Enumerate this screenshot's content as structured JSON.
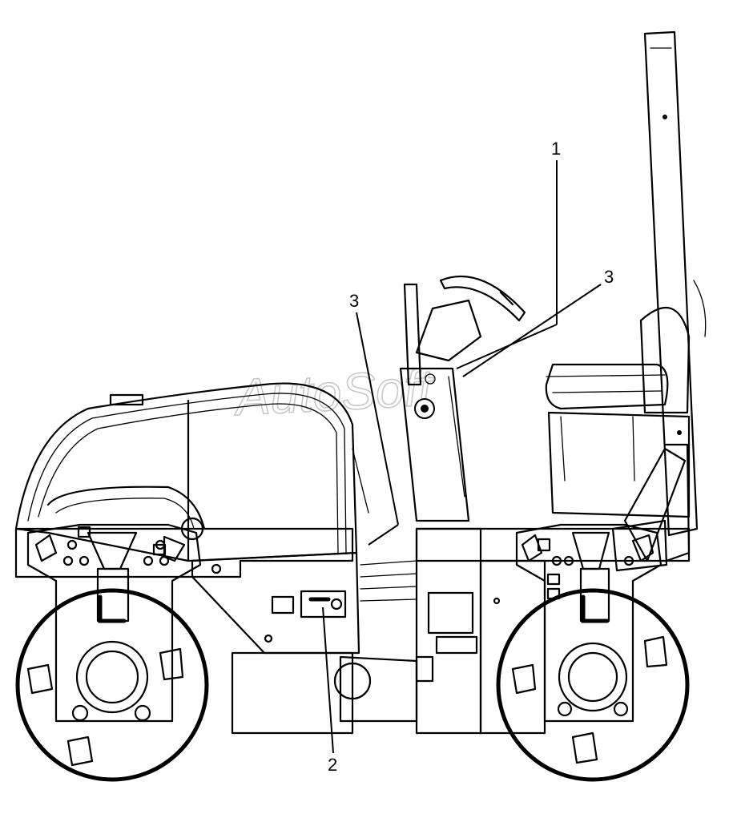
{
  "diagram": {
    "watermark": "AutoSoft",
    "callouts": [
      {
        "id": "callout-1",
        "label": "1"
      },
      {
        "id": "callout-2",
        "label": "2"
      },
      {
        "id": "callout-3-left",
        "label": "3"
      },
      {
        "id": "callout-3-right",
        "label": "3"
      }
    ]
  }
}
